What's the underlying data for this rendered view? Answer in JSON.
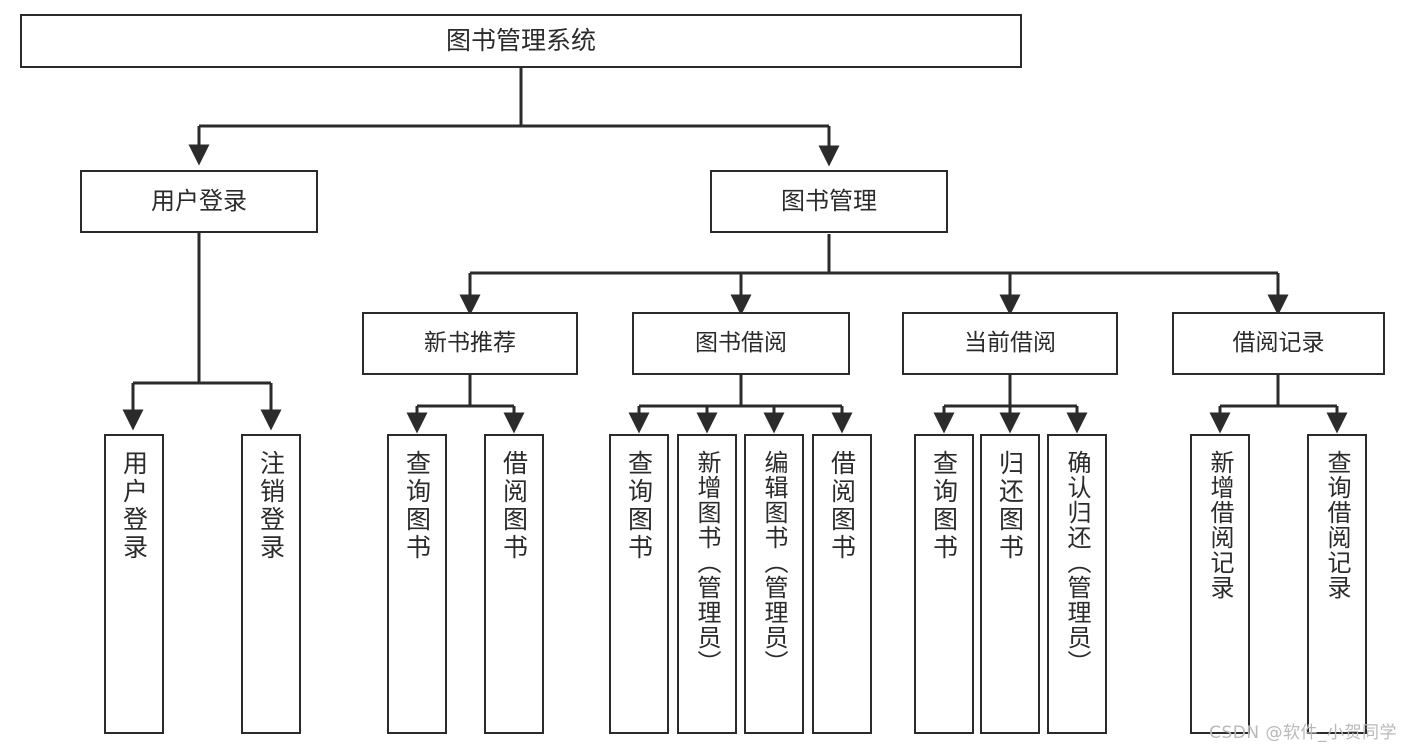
{
  "diagram": {
    "title": "图书管理系统",
    "type": "tree-hierarchy-chart",
    "colors": {
      "box_border": "#2b2b2b",
      "box_fill": "#ffffff",
      "text": "#2b2b2b",
      "connector": "#2b2b2b",
      "watermark": "#b9b9b9",
      "canvas": "#ffffff"
    },
    "root": {
      "label": "图书管理系统"
    },
    "level1": [
      {
        "label": "用户登录"
      },
      {
        "label": "图书管理"
      }
    ],
    "level2": [
      {
        "label": "新书推荐"
      },
      {
        "label": "图书借阅"
      },
      {
        "label": "当前借阅"
      },
      {
        "label": "借阅记录"
      }
    ],
    "leaves": {
      "user_login": [
        {
          "label": "用户登录"
        },
        {
          "label": "注销登录"
        }
      ],
      "new_book_recommend": [
        {
          "label": "查询图书"
        },
        {
          "label": "借阅图书"
        }
      ],
      "book_borrow": [
        {
          "label": "查询图书"
        },
        {
          "label": "新增图书（管理员）"
        },
        {
          "label": "编辑图书（管理员）"
        },
        {
          "label": "借阅图书"
        }
      ],
      "current_borrow": [
        {
          "label": "查询图书"
        },
        {
          "label": "归还图书"
        },
        {
          "label": "确认归还（管理员）"
        }
      ],
      "borrow_record": [
        {
          "label": "新增借阅记录"
        },
        {
          "label": "查询借阅记录"
        }
      ]
    }
  },
  "watermark": {
    "text": "CSDN @软件_小贺同学"
  }
}
